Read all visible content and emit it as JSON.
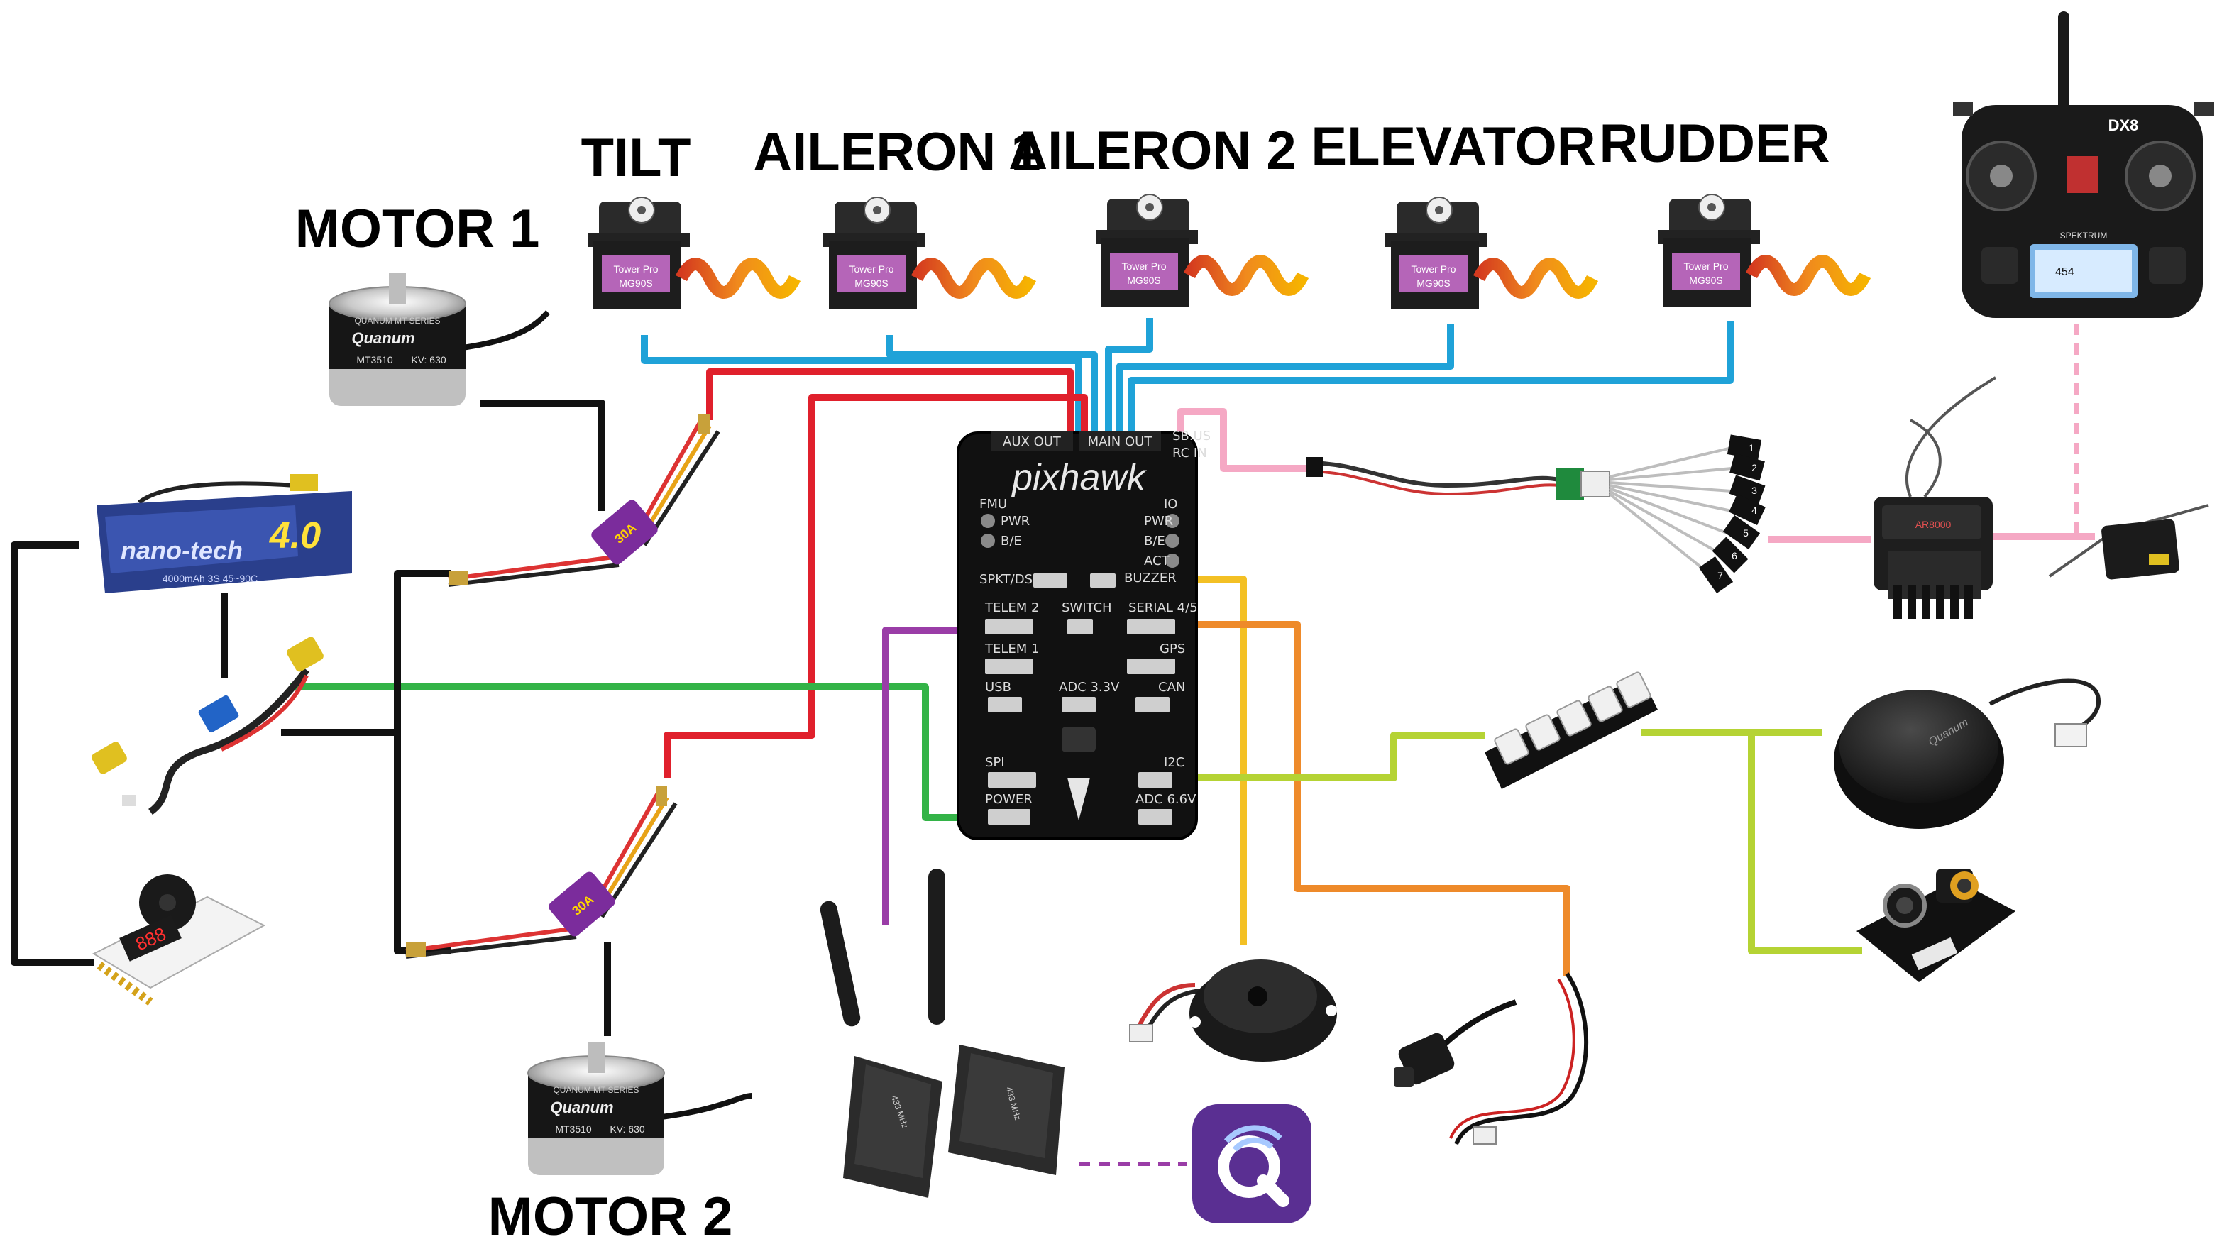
{
  "labels": {
    "tilt": "TILT",
    "aileron1": "AILERON 1",
    "aileron2": "AILERON 2",
    "elevator": "ELEVATOR",
    "rudder": "RUDDER",
    "motor1": "MOTOR 1",
    "motor2": "MOTOR 2"
  },
  "controller": {
    "name": "pixhawk",
    "main_out": "MAIN OUT",
    "aux_out": "AUX OUT",
    "rc_in": "RC IN",
    "sbus": "SB.US",
    "leds": [
      "FMU",
      "PWR",
      "B/E",
      "IO",
      "PWR",
      "B/E",
      "ACT"
    ],
    "ports": {
      "spkt": "SPKT/DSM",
      "buzzer": "BUZZER",
      "telem2": "TELEM 2",
      "switch": "SWITCH",
      "serial45": "SERIAL 4/5",
      "telem1": "TELEM 1",
      "gps": "GPS",
      "usb": "USB",
      "adc33": "ADC 3.3V",
      "can": "CAN",
      "spi": "SPI",
      "i2c": "I2C",
      "power": "POWER",
      "adc66": "ADC 6.6V"
    }
  },
  "components": {
    "servo_brand": "Tower Pro",
    "servo_model": "MG90S",
    "motor_series": "QUANUM MT SERIES",
    "motor_brand": "Quanum",
    "motor_model": "MT3510",
    "motor_kv": "KV: 630",
    "battery_brand": "nano-tech",
    "battery_capacity": "4.0",
    "battery_spec": "4000mAh 3S 45~90C",
    "esc_rating": "30A",
    "voltage_alarm_display": "888",
    "transmitter_model": "DX8",
    "transmitter_brand": "SPEKTRUM",
    "transmitter_screen": "454",
    "receiver_model": "AR8000",
    "telemetry_band": "433 MHz",
    "gps_brand": "Quanum",
    "ppm_channels": [
      "1",
      "2",
      "3",
      "4",
      "5",
      "6",
      "7"
    ]
  },
  "colors": {
    "servo_signal": "#1fa2d8",
    "esc_signal": "#e0202c",
    "receiver": "#f5a8c4",
    "power": "#33b347",
    "telemetry": "#9a3da7",
    "buzzer": "#f3c024",
    "switch": "#ee8a2a",
    "i2c_gps": "#b5d334",
    "battery_power": "#111111"
  }
}
